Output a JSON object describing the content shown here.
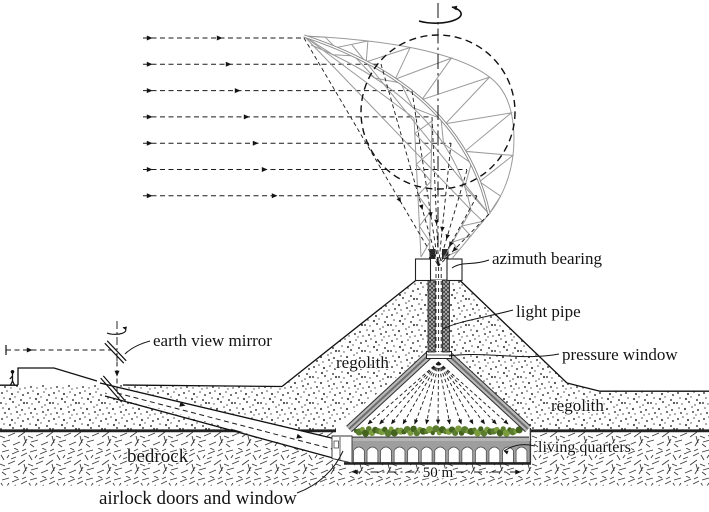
{
  "labels": {
    "azimuth_bearing": "azimuth bearing",
    "light_pipe": "light pipe",
    "pressure_window": "pressure window",
    "regolith_mound": "regolith",
    "regolith_right": "regolith",
    "living_quarters": "living quarters",
    "bedrock": "bedrock",
    "earth_view_mirror": "earth view mirror",
    "airlock_doors": "airlock doors and window",
    "span_dimension": "50 m"
  },
  "icons": {
    "rotation_top": "rotation-arrow",
    "rotation_mirror": "rotation-arrow"
  },
  "colors": {
    "line": "#1a1a1a",
    "truss_gray": "#9a9a9a",
    "wall_gray": "#b0b0b0",
    "plant_greens": [
      "#43631f",
      "#5a7c2f",
      "#7a9c3f"
    ],
    "background": "#ffffff"
  }
}
